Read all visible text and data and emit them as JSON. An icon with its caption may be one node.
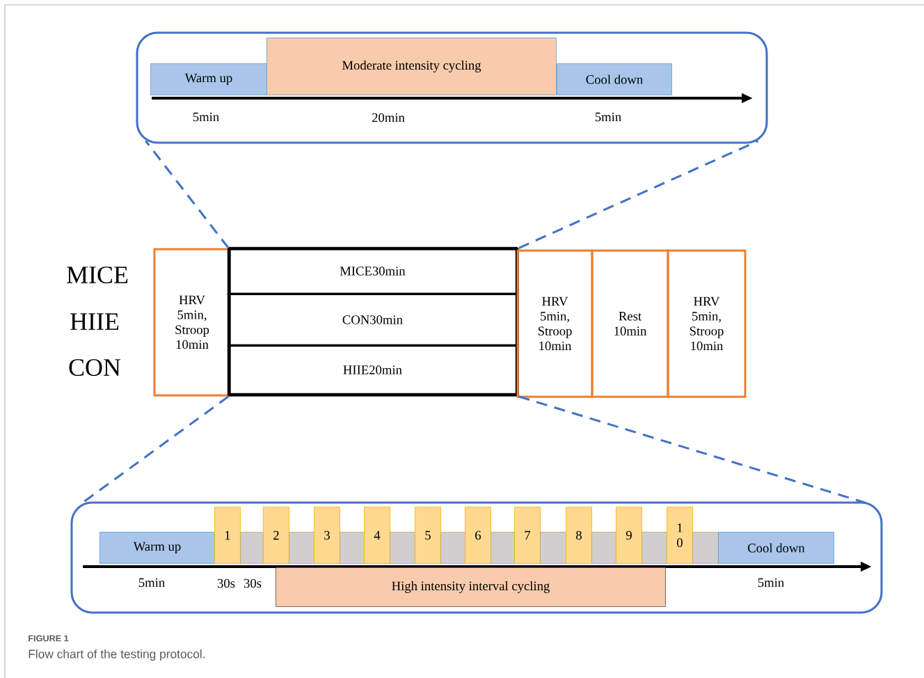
{
  "diagram": {
    "caption": "Flow chart of the testing protocol.",
    "nodes": [
      {
        "text": [],
        "shape": "box"
      },
      {
        "text": [
          "Warm up"
        ],
        "in": 0,
        "beside": [
          "5min"
        ]
      },
      {
        "text": [
          "Moderate intensity cycling"
        ],
        "in": 0,
        "beside": [
          "20min"
        ]
      },
      {
        "text": [
          "Cool down"
        ],
        "in": 0,
        "beside": [
          "5min"
        ]
      },
      {
        "text": [
          "HRV 5min, Stroop 10min"
        ]
      },
      {
        "text": [],
        "shape": "box"
      },
      {
        "text": [
          "MICE30min"
        ],
        "in": 5
      },
      {
        "text": [
          "CON30min"
        ],
        "in": 5
      },
      {
        "text": [
          "HIIE20min"
        ],
        "in": 5
      },
      {
        "text": [
          "HRV 5min, Stroop 10min"
        ]
      },
      {
        "text": [
          "Rest 10min"
        ]
      },
      {
        "text": [
          "HRV 5min, Stroop 10min"
        ]
      },
      {
        "text": [],
        "shape": "box"
      },
      {
        "text": [
          "Warm up"
        ],
        "in": 12,
        "beside": [
          "5min"
        ]
      },
      {
        "text": [
          "1"
        ],
        "in": 12,
        "beside": [
          "30s"
        ]
      },
      {
        "text": [],
        "shape": "box",
        "in": 12,
        "beside": [
          "30s"
        ]
      },
      {
        "text": [
          "2"
        ],
        "in": 12
      },
      {
        "text": [],
        "shape": "box",
        "in": 12
      },
      {
        "text": [
          "3"
        ],
        "in": 12
      },
      {
        "text": [],
        "shape": "box",
        "in": 12
      },
      {
        "text": [
          "4"
        ],
        "in": 12
      },
      {
        "text": [],
        "shape": "box",
        "in": 12
      },
      {
        "text": [
          "5"
        ],
        "in": 12
      },
      {
        "text": [],
        "shape": "box",
        "in": 12
      },
      {
        "text": [
          "6"
        ],
        "in": 12
      },
      {
        "text": [],
        "shape": "box",
        "in": 12
      },
      {
        "text": [
          "7"
        ],
        "in": 12
      },
      {
        "text": [],
        "shape": "box",
        "in": 12
      },
      {
        "text": [
          "8"
        ],
        "in": 12
      },
      {
        "text": [],
        "shape": "box",
        "in": 12
      },
      {
        "text": [
          "9"
        ],
        "in": 12
      },
      {
        "text": [],
        "shape": "box",
        "in": 12
      },
      {
        "text": [
          "1 0"
        ],
        "in": 12
      },
      {
        "text": [],
        "shape": "box",
        "in": 12
      },
      {
        "text": [
          "Cool down"
        ],
        "in": 12,
        "beside": [
          "5min"
        ]
      },
      {
        "text": [
          "High intensity interval cycling"
        ],
        "in": 12
      }
    ],
    "edges": [
      {
        "from": 5,
        "to": 0,
        "arrow": "none",
        "style": "dashed"
      },
      {
        "from": 5,
        "to": 0,
        "arrow": "none",
        "style": "dashed"
      },
      {
        "from": 5,
        "to": 12,
        "arrow": "none",
        "style": "dashed"
      },
      {
        "from": 5,
        "to": 12,
        "arrow": "none",
        "style": "dashed"
      }
    ],
    "labels": [
      "MICE",
      "HIIE",
      "CON",
      "FIGURE 1"
    ]
  }
}
